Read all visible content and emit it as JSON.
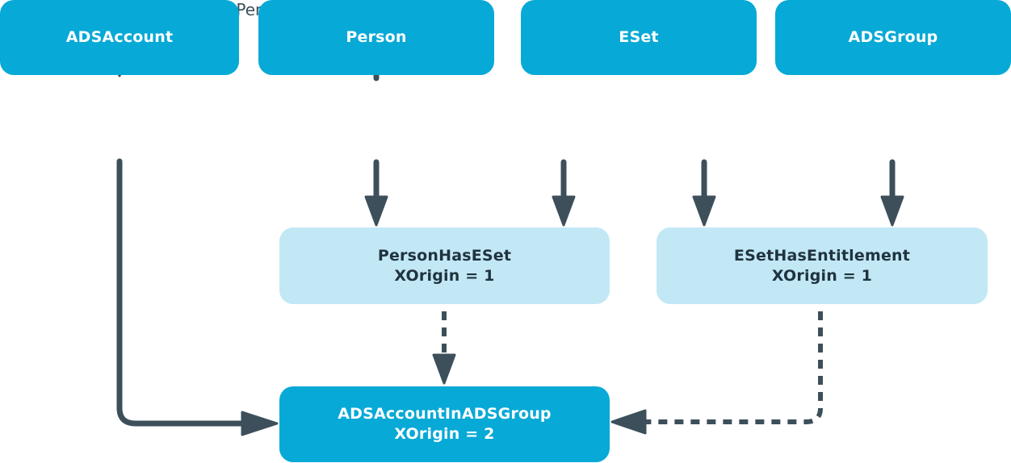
{
  "diagram": {
    "uid_label": "UID_Person",
    "colors": {
      "node_primary": "#07A9D6",
      "node_light": "#C2E8F6",
      "connector": "#3D4F5A",
      "node_text_light": "#FFFFFF",
      "node_text_dark": "#20333F"
    },
    "nodes": {
      "adsaccount": {
        "label": "ADSAccount"
      },
      "person": {
        "label": "Person"
      },
      "eset": {
        "label": "ESet"
      },
      "adsgroup": {
        "label": "ADSGroup"
      },
      "personHasESet": {
        "label": "PersonHasESet",
        "xorigin": "XOrigin = 1"
      },
      "esetHasEntitlement": {
        "label": "ESetHasEntitlement",
        "xorigin": "XOrigin = 1"
      },
      "adsaccountInADSGroup": {
        "label": "ADSAccountInADSGroup",
        "xorigin": "XOrigin = 2"
      }
    },
    "edges": [
      {
        "from": "Person",
        "to": "ADSAccount",
        "label": "UID_Person",
        "style": "solid"
      },
      {
        "from": "Person",
        "to": "PersonHasESet",
        "style": "solid"
      },
      {
        "from": "ESet",
        "to": "PersonHasESet",
        "style": "solid"
      },
      {
        "from": "ESet",
        "to": "ESetHasEntitlement",
        "style": "solid"
      },
      {
        "from": "ADSGroup",
        "to": "ESetHasEntitlement",
        "style": "solid"
      },
      {
        "from": "ADSAccount",
        "to": "ADSAccountInADSGroup",
        "style": "solid"
      },
      {
        "from": "PersonHasESet",
        "to": "ADSAccountInADSGroup",
        "style": "dashed"
      },
      {
        "from": "ESetHasEntitlement",
        "to": "ADSAccountInADSGroup",
        "style": "dashed"
      }
    ]
  }
}
